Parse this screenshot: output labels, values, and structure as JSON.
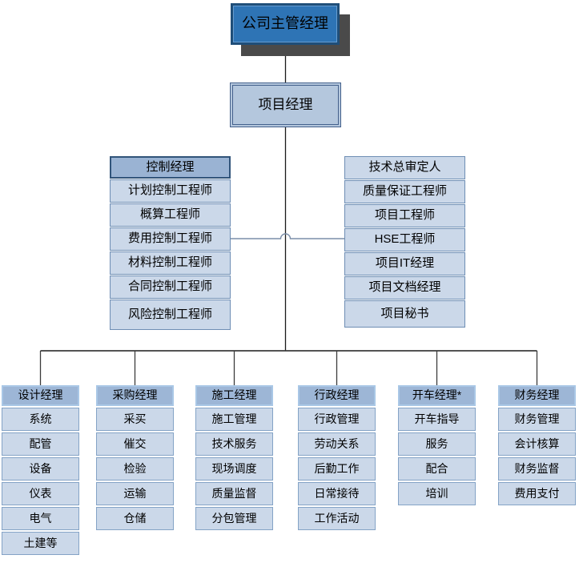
{
  "page": {
    "background": "#ffffff"
  },
  "colors": {
    "root_fill": "#2e74b5",
    "root_border": "#1f4e79",
    "root_shadow": "#4a4a4a",
    "pm_fill": "#b4c7dd",
    "pm_border": "#44618c",
    "header_fill": "#9ab3d3",
    "header_border": "#31547a",
    "item_fill": "#cbd8e9",
    "item_border": "#6e8eb4",
    "col_header_fill": "#9db6d6",
    "col_header_border": "#a9c7e6",
    "col_item_border": "#84a3c6",
    "line_dark": "#1a1a1a",
    "line_mid": "#7a8da8",
    "line_bus": "#3b3b3b"
  },
  "chart": {
    "type": "org-chart",
    "root": {
      "label": "公司主管经理"
    },
    "level2": {
      "label": "项目经理"
    },
    "mid_groups": [
      {
        "slug": "control",
        "header": "控制经理",
        "header_style": "dark",
        "items": [
          "计划控制工程师",
          "概算工程师",
          "费用控制工程师",
          "材料控制工程师",
          "合同控制工程师",
          "风险控制工程师"
        ]
      },
      {
        "slug": "technical",
        "header": "技术总审定人",
        "header_style": "light",
        "items": [
          "质量保证工程师",
          "项目工程师",
          "HSE工程师",
          "项目IT经理",
          "项目文档经理",
          "项目秘书"
        ]
      }
    ],
    "bottom_columns": [
      {
        "slug": "design",
        "header": "设计经理",
        "items": [
          "系统",
          "配管",
          "设备",
          "仪表",
          "电气",
          "土建等"
        ]
      },
      {
        "slug": "procurement",
        "header": "采购经理",
        "items": [
          "采买",
          "催交",
          "检验",
          "运输",
          "仓储"
        ]
      },
      {
        "slug": "construction",
        "header": "施工经理",
        "items": [
          "施工管理",
          "技术服务",
          "现场调度",
          "质量监督",
          "分包管理"
        ]
      },
      {
        "slug": "admin",
        "header": "行政经理",
        "items": [
          "行政管理",
          "劳动关系",
          "后勤工作",
          "日常接待",
          "工作活动"
        ]
      },
      {
        "slug": "startup",
        "header": "开车经理*",
        "items": [
          "开车指导",
          "服务",
          "配合",
          "培训"
        ]
      },
      {
        "slug": "finance",
        "header": "财务经理",
        "items": [
          "财务管理",
          "会计核算",
          "财务监督",
          "费用支付"
        ]
      }
    ]
  }
}
